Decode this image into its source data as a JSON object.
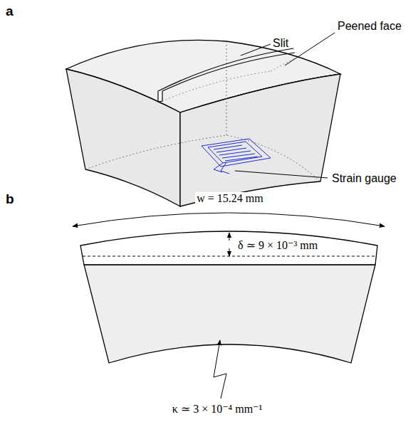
{
  "diagram": {
    "labels": [
      "a",
      "Slit",
      "Peened face",
      "Strain gauge",
      "b",
      "w = 15.24 mm",
      "δ ≃ 9 × 10⁻³ mm",
      "κ ≃ 3 × 10⁻⁴ mm⁻¹"
    ]
  }
}
